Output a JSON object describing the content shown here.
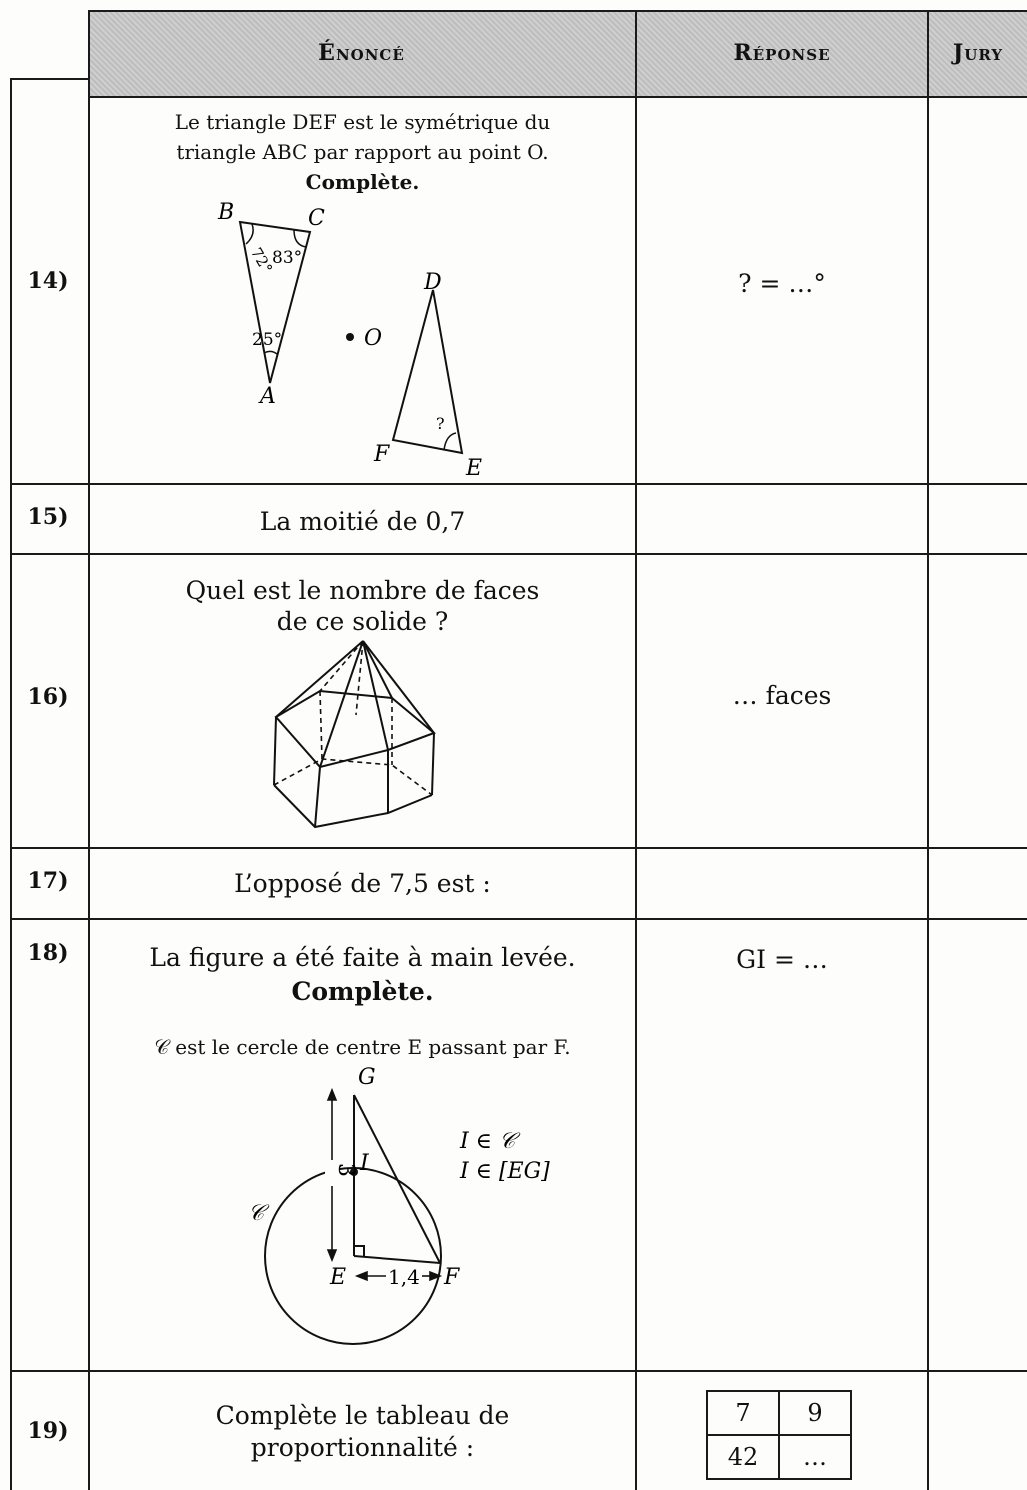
{
  "header": {
    "enonce": "Énoncé",
    "reponse": "Réponse",
    "jury": "Jury"
  },
  "q14": {
    "number": "14)",
    "text_line1": "Le triangle DEF est le symétrique du",
    "text_line2": "triangle ABC par rapport au point O.",
    "instruction": "Complète.",
    "labels": {
      "A": "A",
      "B": "B",
      "C": "C",
      "D": "D",
      "E": "E",
      "F": "F",
      "O": "O"
    },
    "angle_b": "72°",
    "angle_c": "83°",
    "angle_a": "25°",
    "angle_e": "?",
    "answer": "? = …°"
  },
  "q15": {
    "number": "15)",
    "text": "La moitié de 0,7"
  },
  "q16": {
    "number": "16)",
    "text_line1": "Quel est le nombre de faces",
    "text_line2": "de ce solide ?",
    "answer": "… faces"
  },
  "q17": {
    "number": "17)",
    "text": "L’opposé de 7,5 est :"
  },
  "q18": {
    "number": "18)",
    "text_line1": "La figure a été faite à main levée.",
    "instruction": "Complète.",
    "circle_def": "𝒞 est le cercle de centre E passant par F.",
    "labels": {
      "G": "G",
      "I": "I",
      "E": "E",
      "F": "F",
      "C": "𝒞"
    },
    "length_eg": "3",
    "length_ef": "1,4",
    "cond1": "I ∈ 𝒞",
    "cond2": "I ∈ [EG]",
    "answer": "GI = …"
  },
  "q19": {
    "number": "19)",
    "text_line1": "Complète le tableau de",
    "text_line2": "proportionnalité :",
    "table": [
      [
        "7",
        "9"
      ],
      [
        "42",
        "…"
      ]
    ]
  }
}
